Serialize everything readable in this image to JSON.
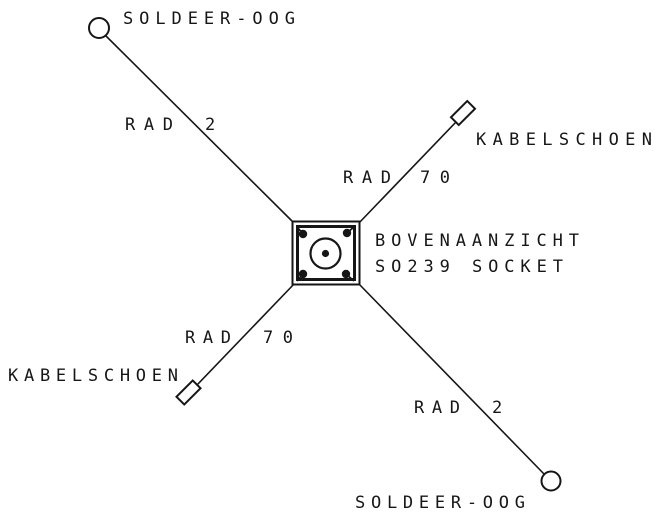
{
  "diagram": {
    "kind": "antenna-socket-top-view",
    "colors": {
      "ink": "#161616",
      "background": "#ffffff"
    },
    "center": {
      "caption_line1": "BOVENAANZICHT",
      "caption_line2": "SO239 SOCKET"
    },
    "radials": [
      {
        "position": "top-left",
        "rad_label": "RAD",
        "rad_value": "2",
        "terminal_label": "SOLDEER-OOG",
        "terminal_type": "solder-eye"
      },
      {
        "position": "top-right",
        "rad_label": "RAD",
        "rad_value": "70",
        "terminal_label": "KABELSCHOEN",
        "terminal_type": "cable-lug"
      },
      {
        "position": "bottom-left",
        "rad_label": "RAD",
        "rad_value": "70",
        "terminal_label": "KABELSCHOEN",
        "terminal_type": "cable-lug"
      },
      {
        "position": "bottom-right",
        "rad_label": "RAD",
        "rad_value": "2",
        "terminal_label": "SOLDEER-OOG",
        "terminal_type": "solder-eye"
      }
    ]
  }
}
